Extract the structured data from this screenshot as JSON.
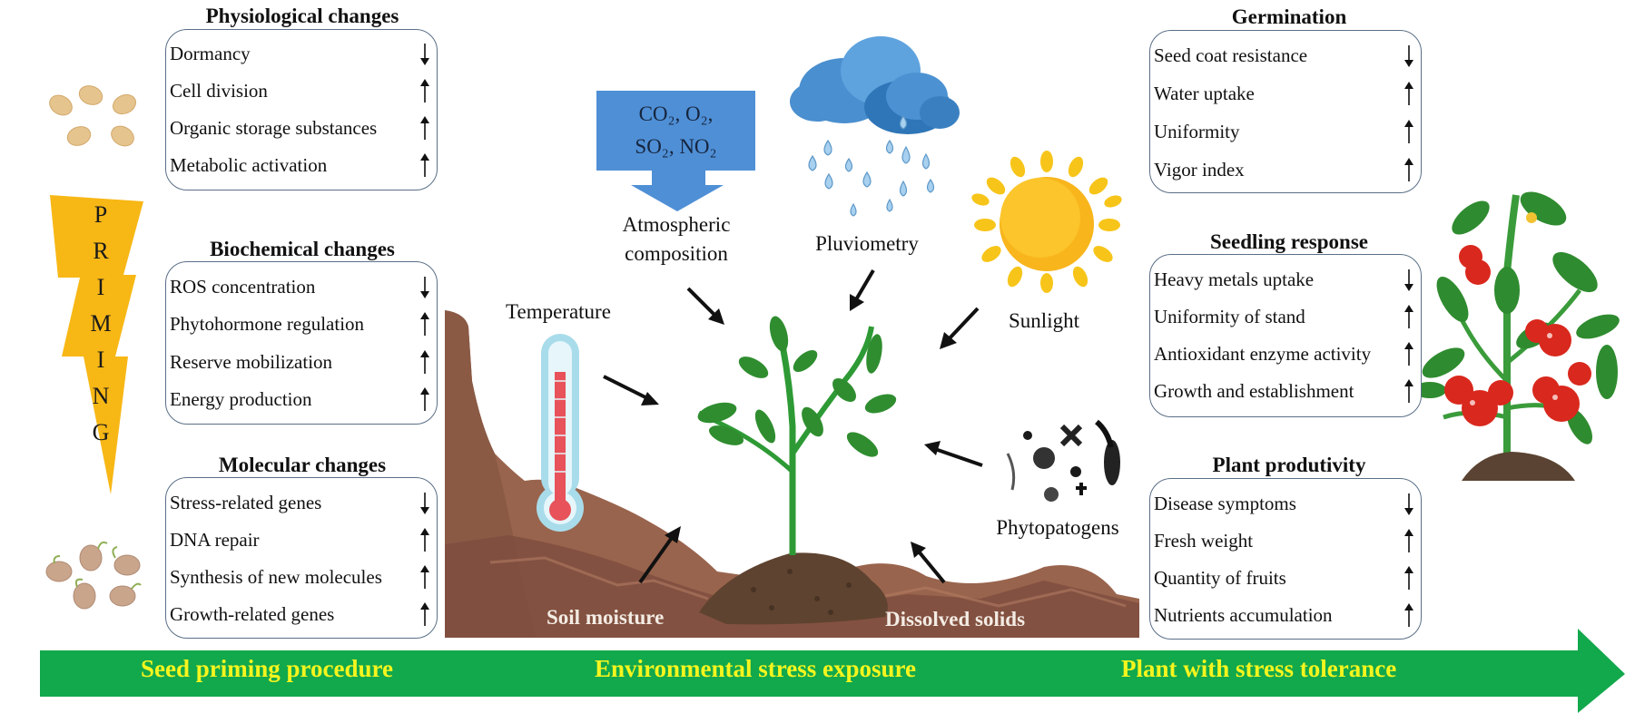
{
  "priming": {
    "letters": [
      "P",
      "R",
      "I",
      "M",
      "I",
      "N",
      "G"
    ],
    "color": "#f7b715"
  },
  "left_panels": [
    {
      "title": "Physiological  changes",
      "items": [
        {
          "label": "Dormancy",
          "direction": "down"
        },
        {
          "label": "Cell division",
          "direction": "up"
        },
        {
          "label": "Organic storage substances",
          "direction": "up"
        },
        {
          "label": "Metabolic activation",
          "direction": "up"
        }
      ]
    },
    {
      "title": "Biochemical changes",
      "items": [
        {
          "label": "ROS concentration",
          "direction": "down"
        },
        {
          "label": "Phytohormone regulation",
          "direction": "up"
        },
        {
          "label": "Reserve mobilization",
          "direction": "up"
        },
        {
          "label": "Energy production",
          "direction": "up"
        }
      ]
    },
    {
      "title": "Molecular changes",
      "items": [
        {
          "label": "Stress-related genes",
          "direction": "down"
        },
        {
          "label": "DNA repair",
          "direction": "up"
        },
        {
          "label": "Synthesis of new molecules",
          "direction": "up"
        },
        {
          "label": "Growth-related genes",
          "direction": "up"
        }
      ]
    }
  ],
  "right_panels": [
    {
      "title": "Germination",
      "items": [
        {
          "label": "Seed coat resistance",
          "direction": "down"
        },
        {
          "label": "Water uptake",
          "direction": "up"
        },
        {
          "label": "Uniformity",
          "direction": "up"
        },
        {
          "label": "Vigor index",
          "direction": "up"
        }
      ]
    },
    {
      "title": "Seedling response",
      "items": [
        {
          "label": "Heavy metals uptake",
          "direction": "down"
        },
        {
          "label": "Uniformity of stand",
          "direction": "up"
        },
        {
          "label": "Antioxidant enzyme activity",
          "direction": "up"
        },
        {
          "label": "Growth and establishment",
          "direction": "up"
        }
      ]
    },
    {
      "title": "Plant produtivity",
      "items": [
        {
          "label": "Disease symptoms",
          "direction": "down"
        },
        {
          "label": "Fresh weight",
          "direction": "up"
        },
        {
          "label": "Quantity of fruits",
          "direction": "up"
        },
        {
          "label": "Nutrients accumulation",
          "direction": "up"
        }
      ]
    }
  ],
  "stressors": {
    "gases": {
      "line1": "CO₂, O₂,",
      "line2": "SO₂, NO₂",
      "color": "#4f8fd6"
    },
    "atmospheric": {
      "line1": "Atmospheric",
      "line2": "composition"
    },
    "pluviometry": "Pluviometry",
    "sunlight": "Sunlight",
    "temperature": "Temperature",
    "phytopatogens": "Phytopatogens",
    "soil_moisture": "Soil moisture",
    "dissolved_solids": "Dissolved solids"
  },
  "timeline": {
    "color": "#12a84c",
    "text_color": "#f5f51e",
    "stages": [
      "Seed priming procedure",
      "Environmental stress exposure",
      "Plant with stress tolerance"
    ]
  }
}
